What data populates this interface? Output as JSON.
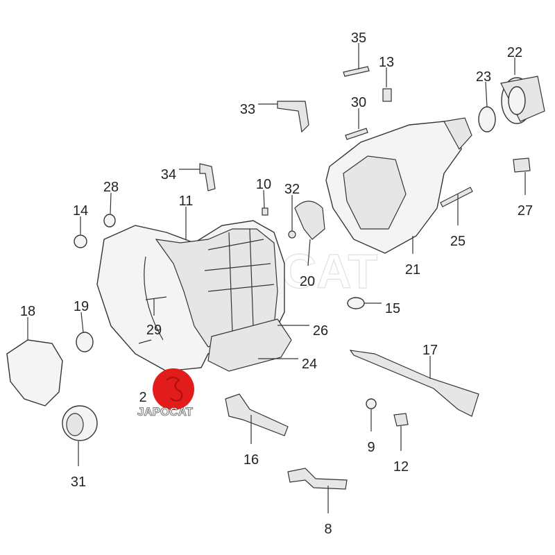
{
  "diagram": {
    "callouts": [
      "35",
      "13",
      "22",
      "23",
      "33",
      "30",
      "34",
      "28",
      "10",
      "32",
      "11",
      "14",
      "27",
      "25",
      "21",
      "20",
      "15",
      "18",
      "19",
      "29",
      "26",
      "24",
      "17",
      "2",
      "9",
      "12",
      "16",
      "31",
      "8"
    ],
    "watermark": "JAPOCAT",
    "logo": {
      "text": "JAPOCAT",
      "color": "#e21b1b"
    }
  }
}
